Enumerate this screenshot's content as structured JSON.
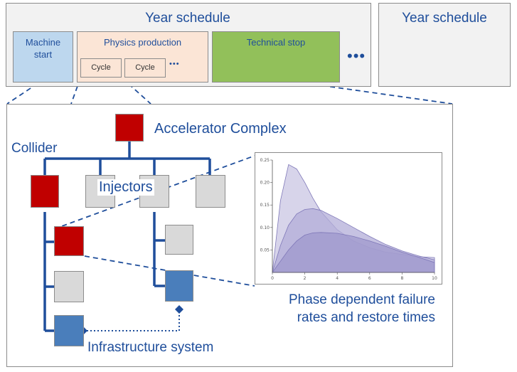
{
  "year_schedule_main": {
    "title": "Year schedule",
    "phases": {
      "machine_start": "Machine\nstart",
      "physics_production": "Physics production",
      "technical_stop": "Technical stop"
    },
    "cycles": [
      "Cycle",
      "Cycle"
    ],
    "cycle_more": "•••",
    "more": "•••"
  },
  "year_schedule_next": {
    "title": "Year schedule"
  },
  "tree": {
    "root_label": "Accelerator Complex",
    "collider_label": "Collider",
    "injectors_label": "Injectors",
    "infrastructure_label": "Infrastructure system"
  },
  "chart_caption": "Phase dependent failure\nrates and restore times",
  "colors": {
    "accent_blue": "#1f4e9b",
    "critical_red": "#c00000",
    "neutral_gray": "#d9d9d9",
    "infra_blue": "#4a7ebb",
    "machine_start": "#bdd7ee",
    "physics": "#fbe5d6",
    "technical_stop": "#92c05a"
  },
  "chart_data": {
    "type": "area",
    "x": [
      0,
      0.5,
      1,
      1.5,
      2,
      2.5,
      3,
      4,
      5,
      6,
      7,
      8,
      9,
      10
    ],
    "series": [
      {
        "values": [
          0,
          0.16,
          0.24,
          0.23,
          0.2,
          0.165,
          0.135,
          0.095,
          0.07,
          0.055,
          0.045,
          0.04,
          0.035,
          0.033
        ]
      },
      {
        "values": [
          0,
          0.06,
          0.105,
          0.13,
          0.14,
          0.142,
          0.138,
          0.12,
          0.1,
          0.08,
          0.062,
          0.048,
          0.037,
          0.028
        ]
      },
      {
        "values": [
          0,
          0.025,
          0.05,
          0.07,
          0.083,
          0.088,
          0.089,
          0.087,
          0.08,
          0.07,
          0.058,
          0.045,
          0.034,
          0.022
        ]
      }
    ],
    "xlim": [
      0,
      10
    ],
    "ylim": [
      0,
      0.25
    ],
    "xticks": [
      0,
      2,
      4,
      6,
      8,
      10
    ],
    "yticks": [
      0.05,
      0.1,
      0.15,
      0.2,
      0.25
    ],
    "ytick_labels": [
      "0.05",
      "0.10",
      "0.15",
      "0.20",
      "0.25"
    ],
    "grid": false
  }
}
